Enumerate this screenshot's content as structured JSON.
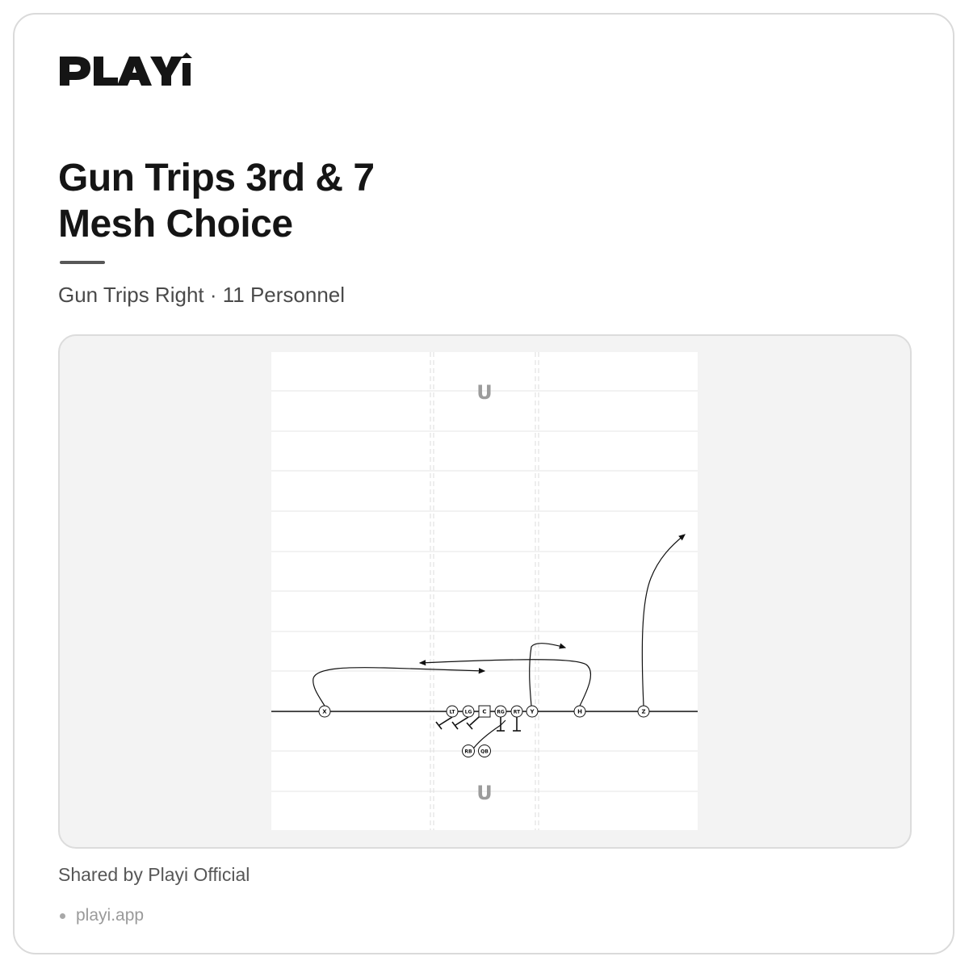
{
  "brand": {
    "name": "PLAYi"
  },
  "play": {
    "title_line1": "Gun Trips 3rd & 7",
    "title_line2": "Mesh Choice",
    "formation": "Gun Trips Right · 11 Personnel"
  },
  "diagram": {
    "field_marks": [
      "U",
      "U"
    ],
    "players": [
      {
        "label": "X"
      },
      {
        "label": "LT"
      },
      {
        "label": "LG"
      },
      {
        "label": "C"
      },
      {
        "label": "RG"
      },
      {
        "label": "RT"
      },
      {
        "label": "Y"
      },
      {
        "label": "H"
      },
      {
        "label": "Z"
      },
      {
        "label": "RB"
      },
      {
        "label": "QB"
      }
    ]
  },
  "footer": {
    "shared_by": "Shared by Playi Official",
    "site": "playi.app"
  },
  "colors": {
    "ink": "#111111",
    "panel": "#f3f3f3",
    "field": "#ffffff",
    "muted": "#9a9a9a"
  }
}
